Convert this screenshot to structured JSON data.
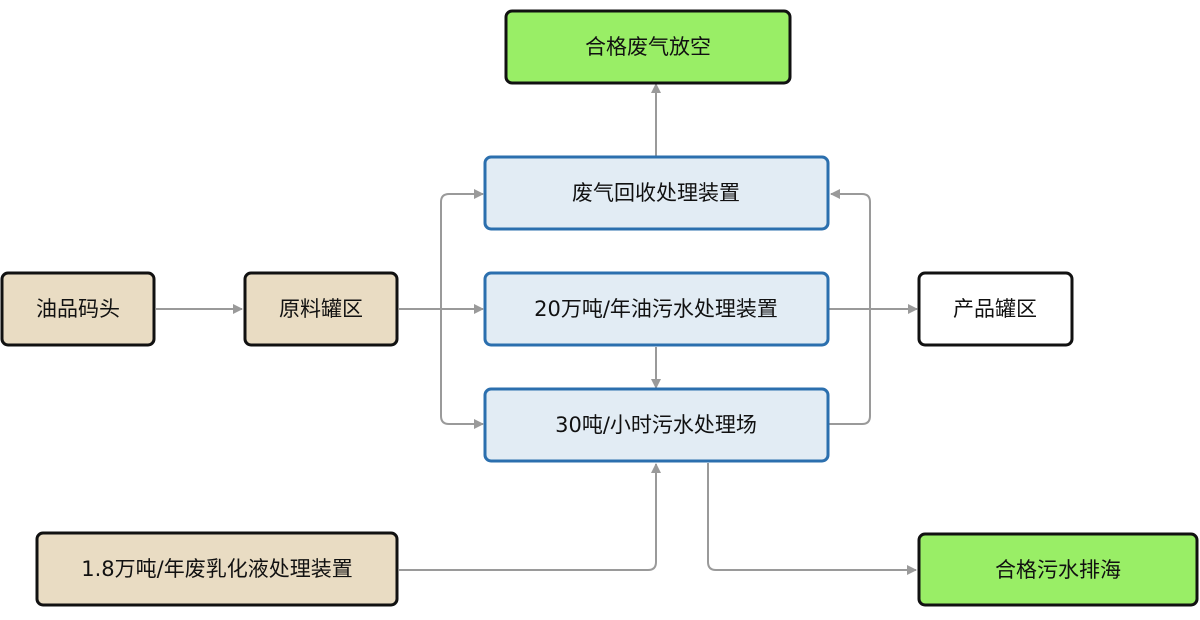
{
  "colors": {
    "input_fill": "#e9dcc3",
    "output_fill": "#99ee66",
    "process_fill": "#e2ecf4",
    "process_border": "#2b6fae",
    "plain_fill": "#ffffff",
    "dark_border": "#111111",
    "edge": "#9a9a9a"
  },
  "nodes": {
    "gas_vent": {
      "label": "合格废气放空"
    },
    "gas_recovery": {
      "label": "废气回收处理装置"
    },
    "oily_wastewater": {
      "label": "20万吨/年油污水处理装置"
    },
    "wastewater_station": {
      "label": "30吨/小时污水处理场"
    },
    "oil_terminal": {
      "label": "油品码头"
    },
    "raw_tank": {
      "label": "原料罐区"
    },
    "product_tank": {
      "label": "产品罐区"
    },
    "emulsion_unit": {
      "label": "1.8万吨/年废乳化液处理装置"
    },
    "water_discharge": {
      "label": "合格污水排海"
    }
  }
}
